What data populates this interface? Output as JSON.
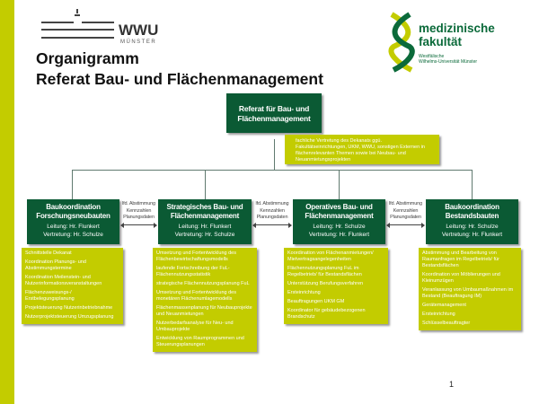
{
  "header": {
    "title_line1": "Organigramm",
    "title_line2": "Referat Bau- und Flächenmanagement",
    "logo_left": {
      "name": "WWU",
      "sub": "MÜNSTER"
    },
    "logo_right": {
      "line1": "medizinische",
      "line2": "fakultät",
      "sub1": "Westfälische",
      "sub2": "Wilhelms-Universität Münster"
    }
  },
  "top": {
    "title": "Referat für Bau- und Flächenmanagement",
    "note": "fachliche Vertretung des Dekanats ggü. Fakultätseinrichtungen, UKM, WWU, sonstigen Externen in flächenrelevanten Themen sowie bei Neubau- und Neuanmietungsprojekten"
  },
  "link_label": [
    "lfd. Abstimmung",
    "Kennzahlen",
    "Planungsdaten"
  ],
  "units": [
    {
      "title1": "Baukoordination",
      "title2": "Forschungsneubauten",
      "lead": "Leitung: Hr. Flunkert",
      "deputy": "Vertretung: Hr. Schulze",
      "tasks": [
        "Schnittstelle Dekanat",
        "Koordination Planungs- und Abstimmungstermine",
        "Koordination Meilenstein- und Nutzerinformationsveranstaltungen",
        "Flächenzuweisungs-/ Erstbelegungsplanung",
        "Projektsteuerung Nutzerinbetriebnahme",
        "Nutzerprojektsteuerung Umzugsplanung"
      ]
    },
    {
      "title1": "Strategisches Bau- und",
      "title2": "Flächenmanagement",
      "lead": "Leitung: Hr. Flunkert",
      "deputy": "Vertretung: Hr. Schulze",
      "tasks": [
        "Umsetzung und Fortentwicklung des Flächenbewirtschaftungsmodells",
        "laufende Fortschreibung der FuL-Flächennutzungsstatistik",
        "strategische Flächennutzungsplanung FuL",
        "Umsetzung und Fortentwicklung des monetären Flächenumlagemodells",
        "Flächenmassenplanung für Neubauprojekte und Neuanmietungen",
        "Nutzerbedarfsanalyse für Neu- und Umbauprojekte",
        "Entwicklung von Raumprogrammen und Steuerungsplanungen"
      ]
    },
    {
      "title1": "Operatives Bau- und",
      "title2": "Flächenmanagement",
      "lead": "Leitung: Hr. Schulze",
      "deputy": "Vertretung: Hr. Flunkert",
      "tasks": [
        "Koordination von Flächenanmietungen/ Mietvertragsangelegenheiten",
        "Flächennutzungsplanung FuL im Regelbetrieb/ für Bestandsflächen",
        "Unterstützung Berufungsverfahren",
        "Ersteinrichtung",
        "Beauftragungen UKM GM",
        "Koordinator für gebäudebezogenen Brandschutz"
      ]
    },
    {
      "title1": "Baukoordination",
      "title2": "Bestandsbauten",
      "lead": "Leitung: Hr. Schulze",
      "deputy": "Vertretung: Hr. Flunkert",
      "tasks": [
        "Abstimmung und Bearbeitung von Raumanfragen im Regelbetrieb/ für Bestandsflächen",
        "Koordination von Möblierungen und Kleinumzügen",
        "Veranlassung von Umbaumaßnahmen im Bestand (Beauftragung IM)",
        "Gerätemanagement",
        "Ersteinrichtung",
        "Schlüsselbeauftragter"
      ]
    }
  ],
  "page_number": "1"
}
